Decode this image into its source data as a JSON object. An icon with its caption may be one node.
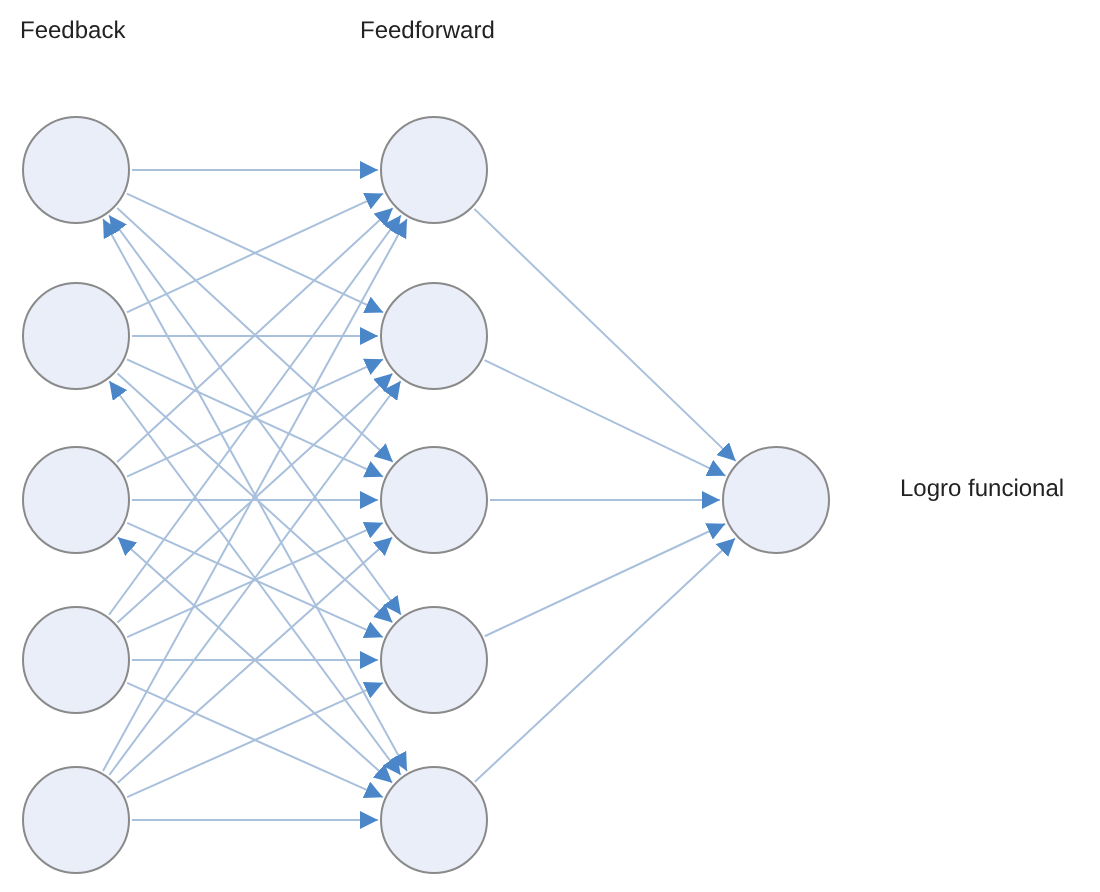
{
  "diagram": {
    "nodes": [
      {
        "text": [],
        "shape": "circle"
      },
      {
        "text": [],
        "shape": "circle"
      },
      {
        "text": [],
        "shape": "circle"
      },
      {
        "text": [],
        "shape": "circle"
      },
      {
        "text": [],
        "shape": "circle"
      },
      {
        "text": [],
        "shape": "circle"
      },
      {
        "text": [],
        "shape": "circle"
      },
      {
        "text": [],
        "shape": "circle"
      },
      {
        "text": [],
        "shape": "circle"
      },
      {
        "text": [],
        "shape": "circle"
      },
      {
        "text": [],
        "shape": "circle",
        "beside": [
          "Logro funcional"
        ]
      }
    ],
    "edges": [
      {
        "from": 0,
        "to": 5,
        "arrow": "to"
      },
      {
        "from": 0,
        "to": 6,
        "arrow": "to"
      },
      {
        "from": 0,
        "to": 7,
        "arrow": "to"
      },
      {
        "from": 0,
        "to": 8,
        "arrow": "both"
      },
      {
        "from": 0,
        "to": 9,
        "arrow": "both"
      },
      {
        "from": 1,
        "to": 5,
        "arrow": "to"
      },
      {
        "from": 1,
        "to": 6,
        "arrow": "to"
      },
      {
        "from": 1,
        "to": 7,
        "arrow": "to"
      },
      {
        "from": 1,
        "to": 8,
        "arrow": "to"
      },
      {
        "from": 1,
        "to": 9,
        "arrow": "both"
      },
      {
        "from": 2,
        "to": 5,
        "arrow": "to"
      },
      {
        "from": 2,
        "to": 6,
        "arrow": "to"
      },
      {
        "from": 2,
        "to": 7,
        "arrow": "to"
      },
      {
        "from": 2,
        "to": 8,
        "arrow": "to"
      },
      {
        "from": 2,
        "to": 9,
        "arrow": "both"
      },
      {
        "from": 3,
        "to": 5,
        "arrow": "to"
      },
      {
        "from": 3,
        "to": 6,
        "arrow": "to"
      },
      {
        "from": 3,
        "to": 7,
        "arrow": "to"
      },
      {
        "from": 3,
        "to": 8,
        "arrow": "to"
      },
      {
        "from": 3,
        "to": 9,
        "arrow": "to"
      },
      {
        "from": 4,
        "to": 5,
        "arrow": "to"
      },
      {
        "from": 4,
        "to": 6,
        "arrow": "to"
      },
      {
        "from": 4,
        "to": 7,
        "arrow": "to"
      },
      {
        "from": 4,
        "to": 8,
        "arrow": "to"
      },
      {
        "from": 4,
        "to": 9,
        "arrow": "to"
      },
      {
        "from": 5,
        "to": 10,
        "arrow": "to"
      },
      {
        "from": 6,
        "to": 10,
        "arrow": "to"
      },
      {
        "from": 7,
        "to": 10,
        "arrow": "to"
      },
      {
        "from": 8,
        "to": 10,
        "arrow": "to"
      },
      {
        "from": 9,
        "to": 10,
        "arrow": "to"
      }
    ],
    "labels": [
      "Feedback",
      "Feedforward"
    ]
  }
}
